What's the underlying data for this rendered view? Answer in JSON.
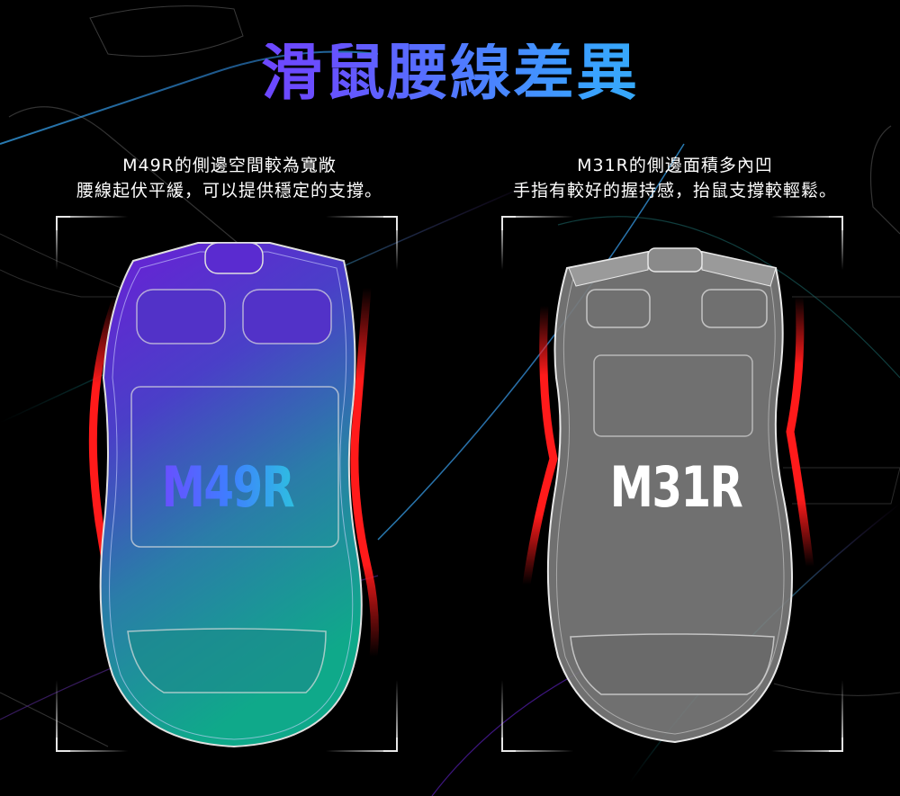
{
  "title": "滑鼠腰線差異",
  "left_panel": {
    "desc_line1": "M49R的側邊空間較為寬敞",
    "desc_line2": "腰線起伏平緩，可以提供穩定的支撐。",
    "model": "M49R"
  },
  "right_panel": {
    "desc_line1": "M31R的側邊面積多內凹",
    "desc_line2": "手指有較好的握持感，抬鼠支撐較輕鬆。",
    "model": "M31R"
  },
  "colors": {
    "background": "#000000",
    "accent_purple": "#7b2cff",
    "accent_cyan": "#22d3d8",
    "highlight_red": "#ff1a1a",
    "frame": "#e8e8e8"
  }
}
